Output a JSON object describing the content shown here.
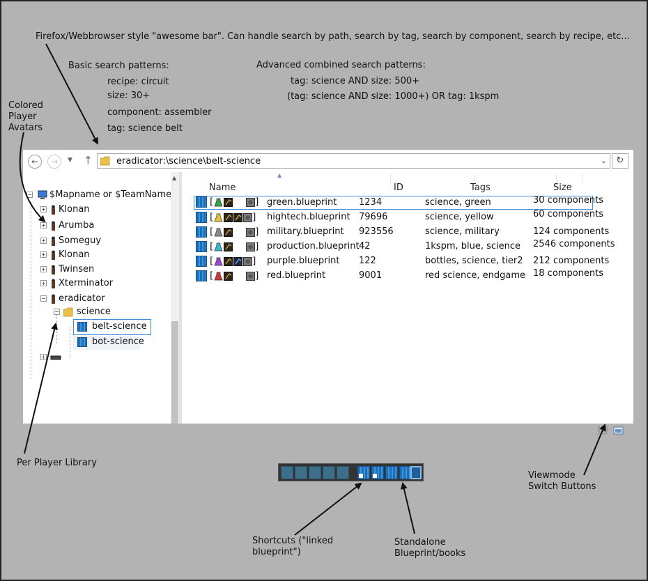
{
  "annotations": {
    "top": "Firefox/Webbrowser style \"awesome bar\". Can handle search by path, search by tag, search by component, search by recipe, etc...",
    "basic_title": "Basic search patterns:",
    "basic": [
      "recipe: circuit",
      "size: 30+",
      "component: assembler",
      "tag: science belt"
    ],
    "advanced_title": "Advanced combined search patterns:",
    "advanced": [
      "tag: science AND size: 500+",
      "(tag: science AND size: 1000+) OR tag: 1kspm"
    ],
    "avatars": "Colored Player Avatars",
    "library": "Per Player Library",
    "viewmode": "Viewmode Switch Buttons",
    "shortcuts": "Shortcuts (\"linked blueprint\")",
    "standalone": "Standalone Blueprint/books"
  },
  "address_bar": {
    "path": "eradicator:\\science\\belt-science"
  },
  "tree": {
    "root": "$Mapname or $TeamName",
    "players": [
      "Klonan",
      "Arumba",
      "Someguy",
      "Klonan",
      "Twinsen",
      "Xterminator",
      "eradicator"
    ],
    "folder": "science",
    "items": [
      "belt-science",
      "bot-science"
    ]
  },
  "columns": {
    "name": "Name",
    "id": "ID",
    "tags": "Tags",
    "size": "Size"
  },
  "rows": [
    {
      "name": "green.blueprint",
      "id": "1234",
      "tags": "science, green",
      "size": "30 components"
    },
    {
      "name": "hightech.blueprint",
      "id": "79696",
      "tags": "science, yellow",
      "size": "60 components"
    },
    {
      "name": "military.blueprint",
      "id": "923556",
      "tags": "science, military",
      "size": "124 components"
    },
    {
      "name": "production.blueprint",
      "id": "42",
      "tags": "1kspm, blue, science",
      "size": "2546 components"
    },
    {
      "name": "purple.blueprint",
      "id": "122",
      "tags": "bottles, science, tier2",
      "size": "212 components"
    },
    {
      "name": "red.blueprint",
      "id": "9001",
      "tags": "red science, endgame",
      "size": "18 components"
    }
  ],
  "colors": {
    "background": "#b3b3b3",
    "selection": "#3c8edc",
    "blueprint": "#1d6eb8"
  }
}
